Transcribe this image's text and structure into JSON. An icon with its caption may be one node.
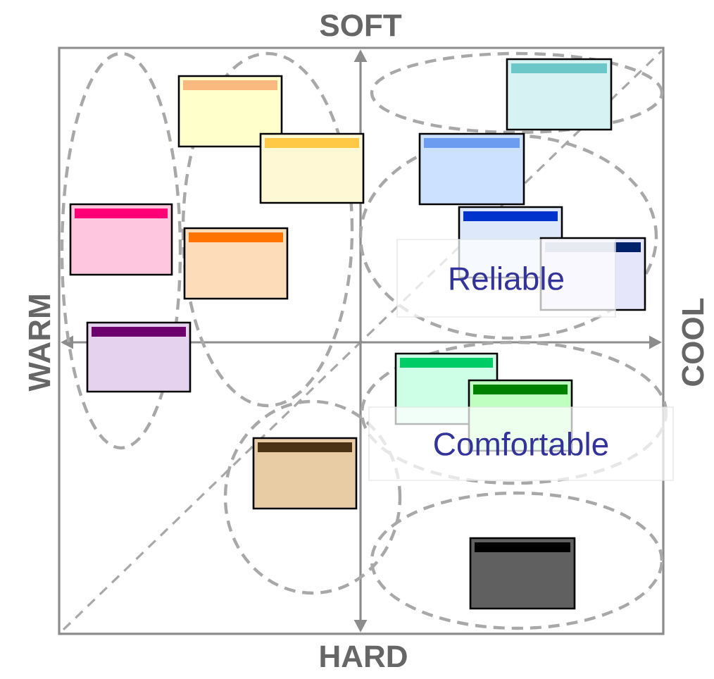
{
  "diagram": {
    "nodes": [
      {
        "text": [
          "Reliable"
        ]
      },
      {
        "text": [
          "Comfortable"
        ]
      }
    ],
    "labels": [
      "SOFT",
      "WARM",
      "COOL",
      "HARD"
    ]
  }
}
